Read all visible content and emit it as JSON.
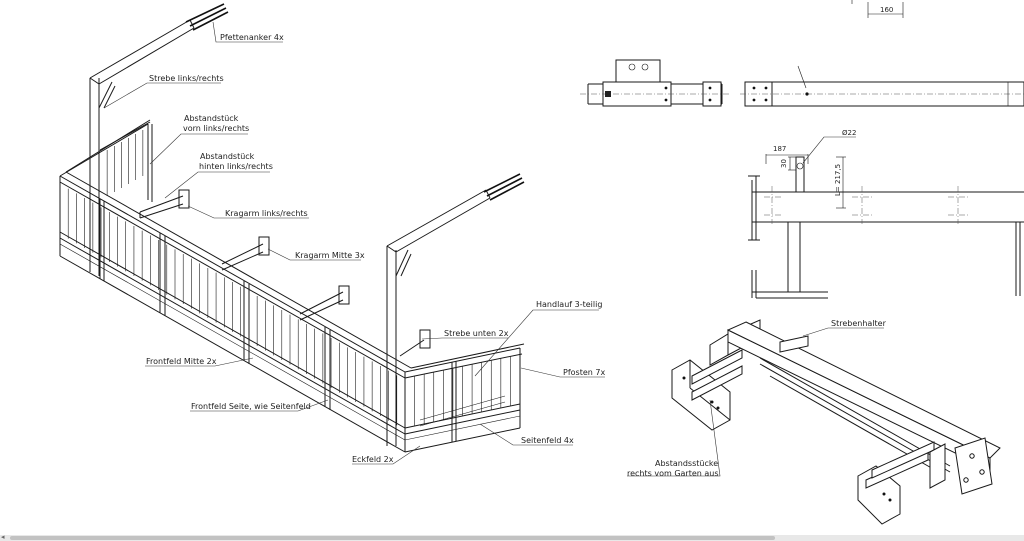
{
  "labels": {
    "pfettenanker": "Pfettenanker 4x",
    "strebe_lr": "Strebe links/rechts",
    "abst_vorn_1": "Abstandstück",
    "abst_vorn_2": "vorn links/rechts",
    "abst_hinten_1": "Abstandstück",
    "abst_hinten_2": "hinten links/rechts",
    "kragarm_lr": "Kragarm  links/rechts",
    "kragarm_mitte": "Kragarm Mitte 3x",
    "handlauf": "Handlauf 3-teilig",
    "strebe_unten": "Strebe unten 2x",
    "pfosten": "Pfosten 7x",
    "frontfeld_mitte": "Frontfeld Mitte 2x",
    "frontfeld_seite": "Frontfeld Seite, wie Seitenfeld",
    "seitenfeld": "Seitenfeld 4x",
    "eckfeld": "Eckfeld 2x",
    "strebenhalter": "Strebenhalter",
    "abst_garten_1": "Abstandsstücke",
    "abst_garten_2": "rechts vom Garten aus"
  },
  "dimensions": {
    "d160": "160",
    "d187": "187",
    "d30": "30",
    "d2175": "L= 217,5",
    "phi22": "Ø22"
  },
  "scrollbar": {
    "arrow": "◂"
  }
}
